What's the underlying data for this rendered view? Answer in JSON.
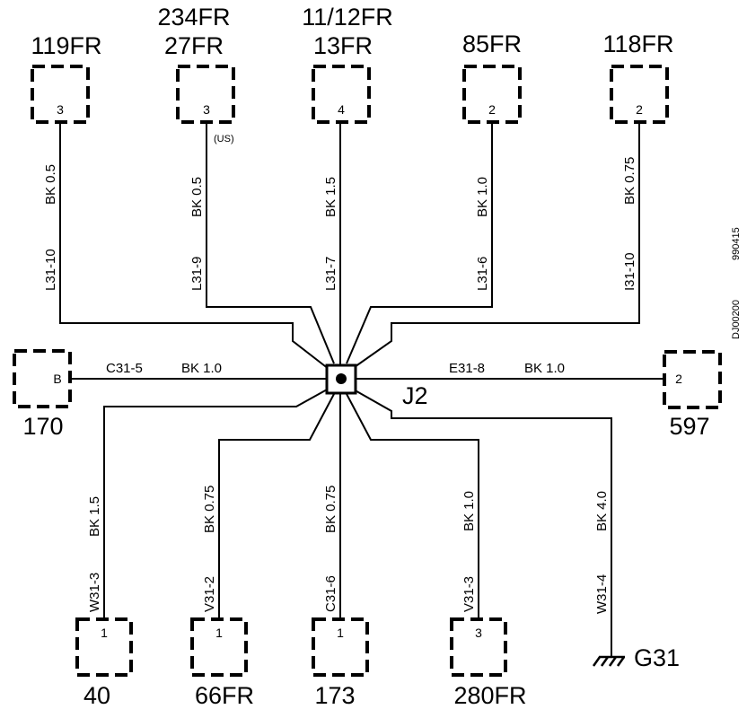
{
  "splice": {
    "id": "J2"
  },
  "ground": {
    "id": "G31"
  },
  "connectors": {
    "c119fr": {
      "label": "119FR",
      "pin": "3"
    },
    "c27fr": {
      "label_top": "234FR",
      "label": "27FR",
      "pin": "3",
      "note": "(US)"
    },
    "c13fr": {
      "label_top": "11/12FR",
      "label": "13FR",
      "pin": "4"
    },
    "c85fr": {
      "label": "85FR",
      "pin": "2"
    },
    "c118fr": {
      "label": "118FR",
      "pin": "2"
    },
    "c170": {
      "label": "170",
      "pin": "B"
    },
    "c597": {
      "label": "597",
      "pin": "2"
    },
    "c40": {
      "label": "40",
      "pin": "1"
    },
    "c66fr": {
      "label": "66FR",
      "pin": "1"
    },
    "c173": {
      "label": "173",
      "pin": "1"
    },
    "c280fr": {
      "label": "280FR",
      "pin": "3"
    }
  },
  "wires": {
    "w119": {
      "circuit": "L31-10",
      "spec": "BK 0.5"
    },
    "w27": {
      "circuit": "L31-9",
      "spec": "BK 0.5"
    },
    "w13": {
      "circuit": "L31-7",
      "spec": "BK 1.5"
    },
    "w85": {
      "circuit": "L31-6",
      "spec": "BK 1.0"
    },
    "w118": {
      "circuit": "I31-10",
      "spec": "BK 0.75"
    },
    "w170": {
      "circuit": "C31-5",
      "spec": "BK 1.0"
    },
    "w597": {
      "circuit": "E31-8",
      "spec": "BK 1.0"
    },
    "w40": {
      "circuit": "W31-3",
      "spec": "BK 1.5"
    },
    "w66": {
      "circuit": "V31-2",
      "spec": "BK 0.75"
    },
    "w173": {
      "circuit": "C31-6",
      "spec": "BK 0.75"
    },
    "w280": {
      "circuit": "V31-3",
      "spec": "BK 1.0"
    },
    "wg31": {
      "circuit": "W31-4",
      "spec": "BK 4.0"
    }
  },
  "side_codes": {
    "code1": "990415",
    "code2": "DJ00200"
  }
}
